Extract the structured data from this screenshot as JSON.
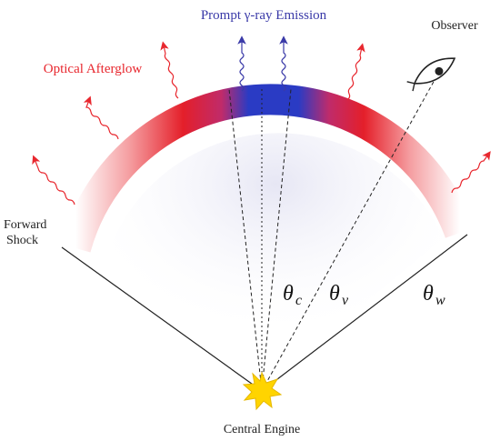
{
  "labels": {
    "prompt": "Prompt γ-ray Emission",
    "optical": "Optical Afterglow",
    "observer": "Observer",
    "forward_line1": "Forward",
    "forward_line2": "Shock",
    "theta_c_sym": "θ",
    "theta_c_sub": "c",
    "theta_v_sym": "θ",
    "theta_v_sub": "v",
    "theta_w_sym": "θ",
    "theta_w_sub": "w",
    "engine": "Central Engine"
  },
  "colors": {
    "gamma": "#3a3aa8",
    "optical": "#e8272e",
    "jet_core": "#2a3bc4",
    "jet_wing": "#e8272e",
    "engine": "#ffd400",
    "line": "#222222"
  },
  "icons": {
    "observer": "eye-icon",
    "engine": "star-icon",
    "emission": "wavy-arrow-icon"
  }
}
